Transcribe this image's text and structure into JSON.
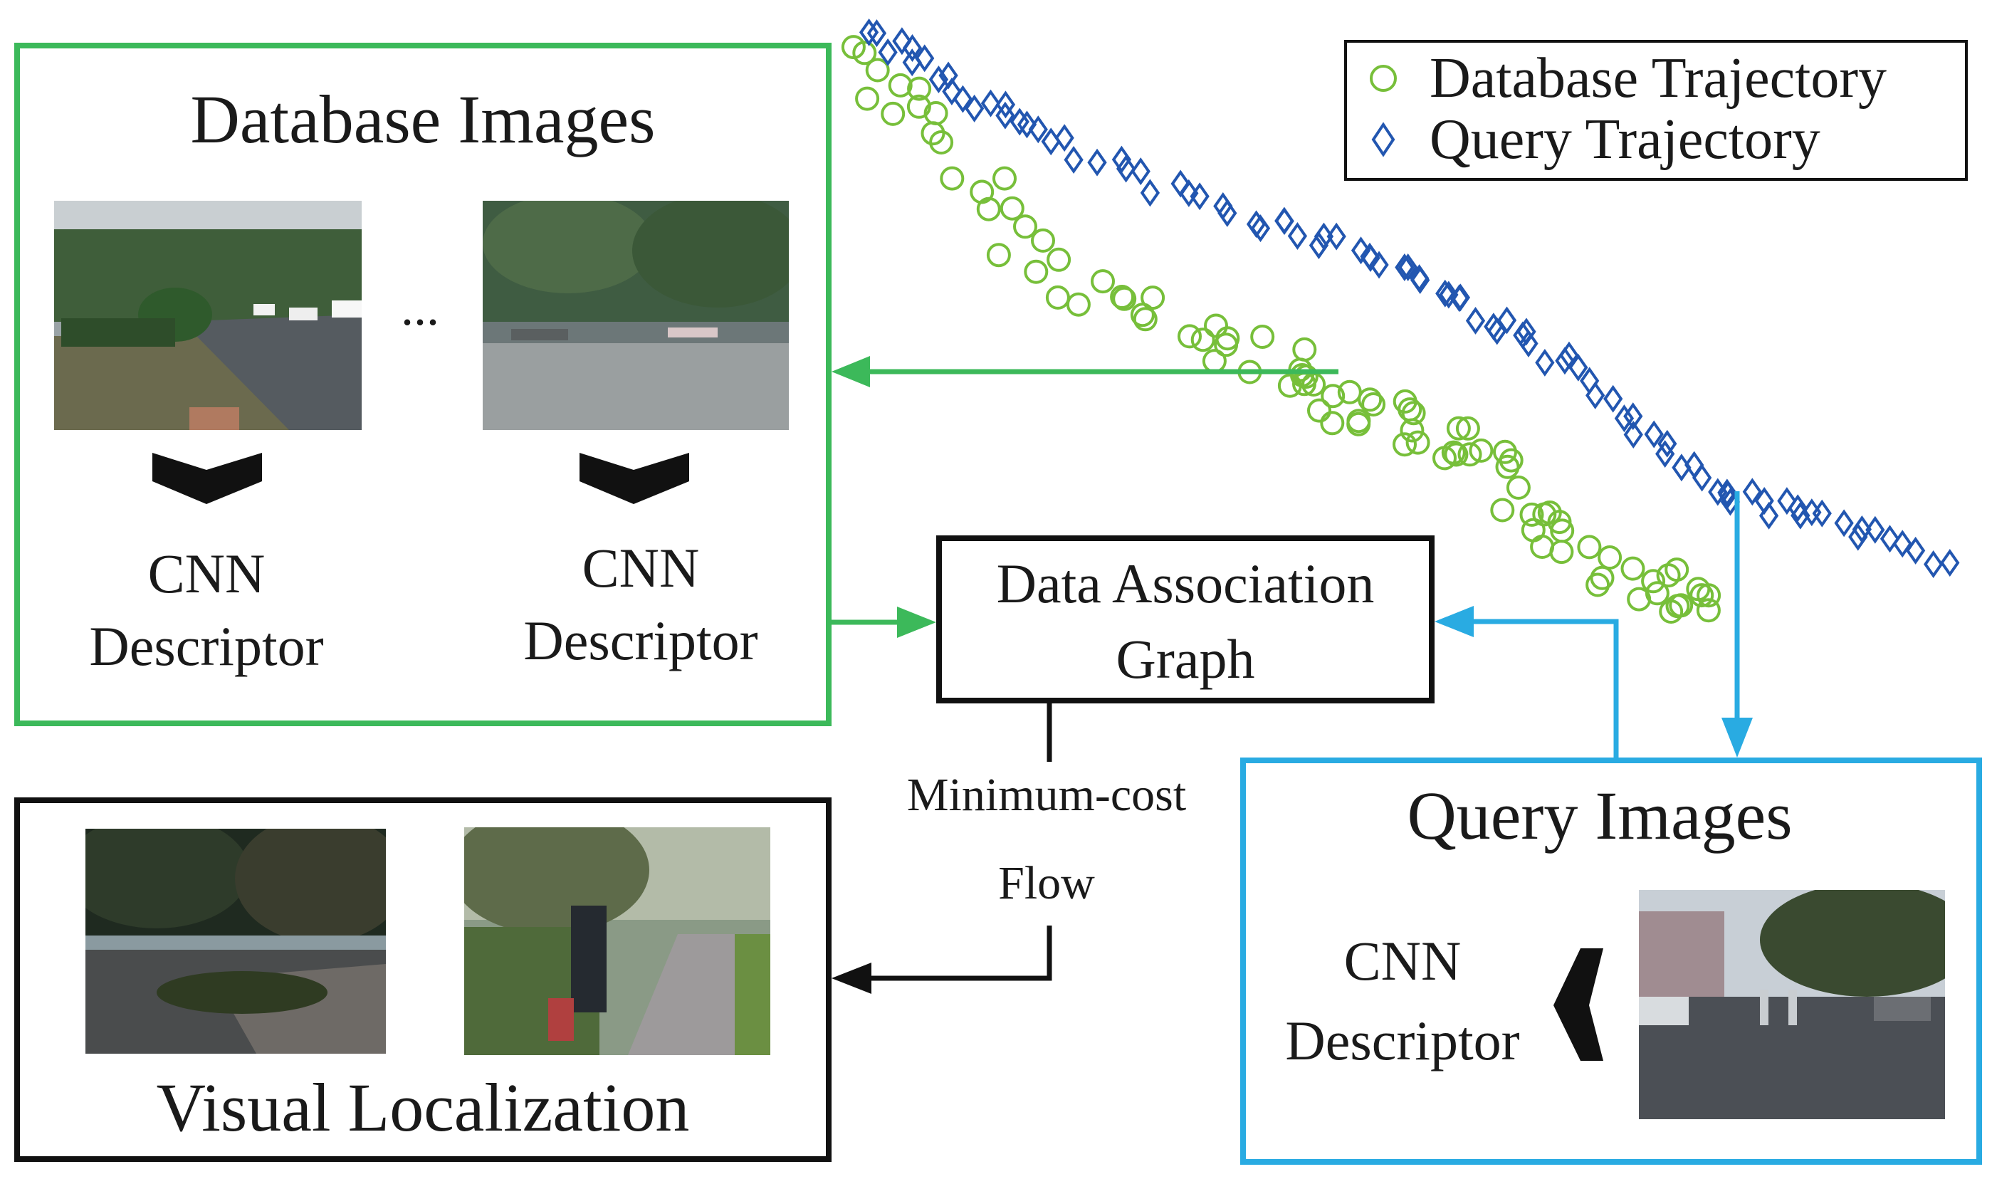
{
  "database_panel": {
    "title": "Database Images",
    "ellipsis": "...",
    "descriptor_left": [
      "CNN",
      "Descriptor"
    ],
    "descriptor_right": [
      "CNN",
      "Descriptor"
    ]
  },
  "association_box": {
    "lines": [
      "Data Association",
      "Graph"
    ]
  },
  "flow_label": [
    "Minimum-cost",
    "Flow"
  ],
  "query_panel": {
    "title": "Query Images",
    "descriptor": [
      "CNN",
      "Descriptor"
    ]
  },
  "localization_panel": {
    "title": "Visual Localization"
  },
  "legend": {
    "database": "Database Trajectory",
    "query": "Query Trajectory"
  },
  "colors": {
    "database": "#3cb95a",
    "query": "#29abe2",
    "database_marker": "#77bf3a",
    "query_marker": "#2256b0"
  },
  "icons": {
    "descriptor_arrow": "chevron-down-icon",
    "query_descriptor_arrow": "chevron-left-icon"
  }
}
